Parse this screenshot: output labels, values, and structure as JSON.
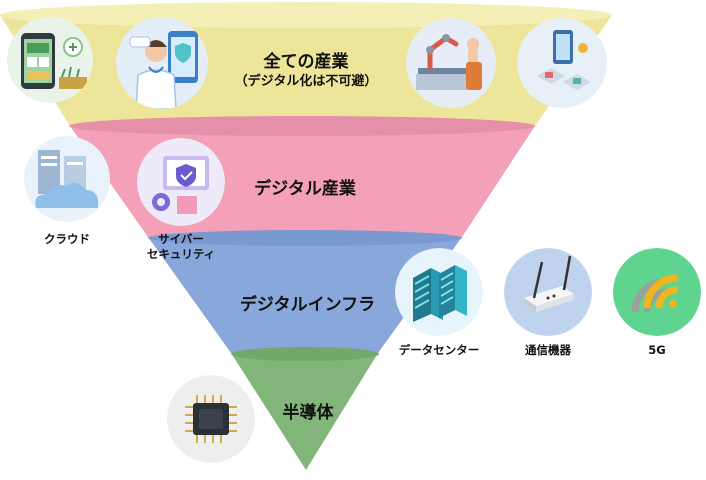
{
  "layers": [
    {
      "title": "全ての産業",
      "subtitle": "（デジタル化は不可避）",
      "color": "#ece59a"
    },
    {
      "title": "デジタル産業",
      "color": "#f3a0b8"
    },
    {
      "title": "デジタルインフラ",
      "color": "#88a8dc"
    },
    {
      "title": "半導体",
      "color": "#82b57a"
    }
  ],
  "icons": {
    "agriculture": {
      "name": "agriculture-icon"
    },
    "medical": {
      "name": "doctor-icon"
    },
    "factory": {
      "name": "factory-robot-icon"
    },
    "iot": {
      "name": "smart-home-icon"
    },
    "cloud": {
      "name": "cloud-server-icon",
      "label": "クラウド"
    },
    "security": {
      "name": "cyber-security-icon",
      "label_line1": "サイバー",
      "label_line2": "セキュリティ"
    },
    "datacenter": {
      "name": "datacenter-icon",
      "label": "データセンター"
    },
    "router": {
      "name": "router-icon",
      "label": "通信機器"
    },
    "fiveg": {
      "name": "5g-signal-icon",
      "label": "5G"
    },
    "chip": {
      "name": "semiconductor-chip-icon"
    }
  }
}
